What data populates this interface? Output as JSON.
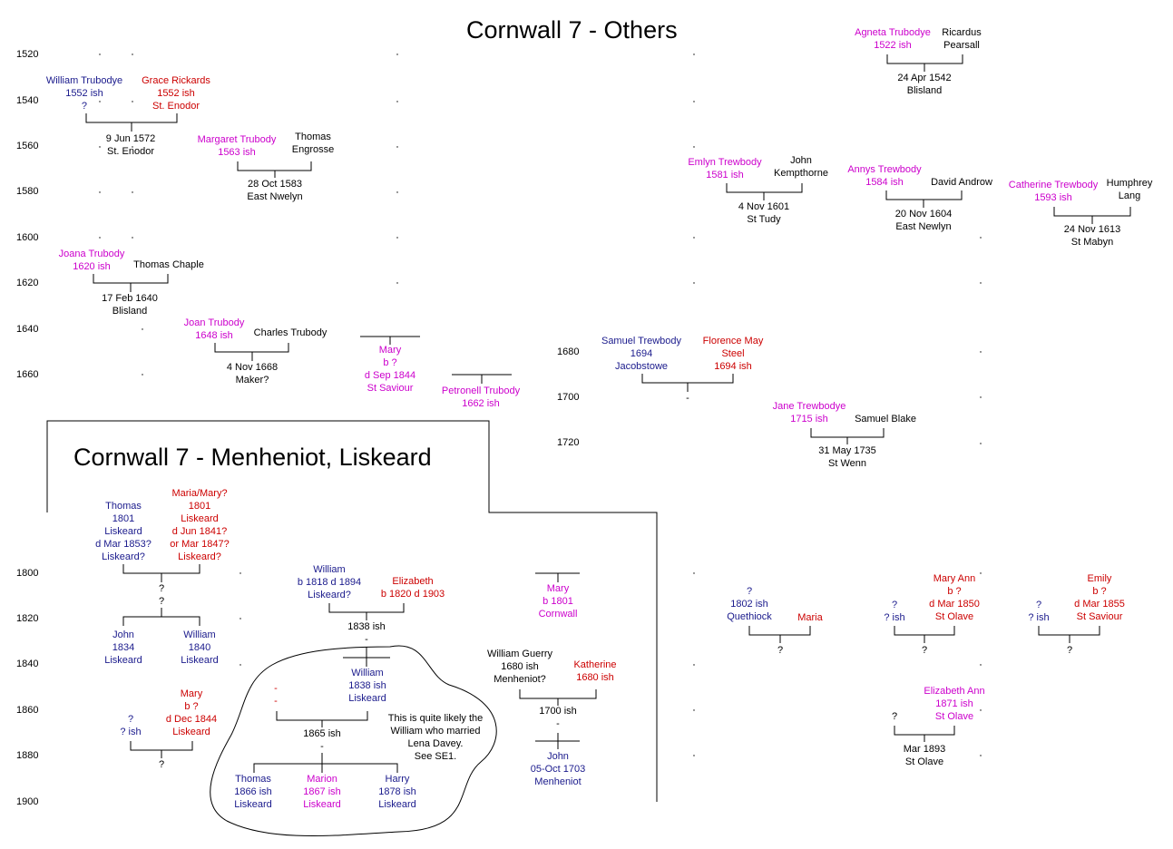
{
  "titles": {
    "others": "Cornwall 7 - Others",
    "menheniot": "Cornwall 7 - Menheniot, Liskeard"
  },
  "years_left_top": [
    "1520",
    "1540",
    "1560",
    "1580",
    "1600",
    "1620",
    "1640",
    "1660"
  ],
  "years_mid": [
    "1680",
    "1700",
    "1720"
  ],
  "years_left_bottom": [
    "1800",
    "1820",
    "1840",
    "1860",
    "1880",
    "1900"
  ],
  "people": {
    "william_trubodye": "William Trubodye\n1552 ish\n?",
    "grace_rickards": "Grace Rickards\n1552 ish\nSt. Enodor",
    "m1572": "9 Jun 1572\nSt. Enodor",
    "margaret_trubody": "Margaret Trubody\n1563 ish",
    "thomas_engrosse": "Thomas\nEngrosse",
    "m1583": "28 Oct 1583\nEast Nwelyn",
    "joana_trubody": "Joana Trubody\n1620 ish",
    "thomas_chaple": "Thomas Chaple",
    "m1640": "17 Feb 1640\nBlisland",
    "joan_trubody": "Joan Trubody\n1648 ish",
    "charles_trubody": "Charles Trubody",
    "m1668": "4 Nov 1668\nMaker?",
    "mary_1844": "Mary\nb ?\nd Sep 1844\nSt Saviour",
    "petronell": "Petronell Trubody\n1662 ish",
    "agneta": "Agneta Trubodye\n1522 ish",
    "ricardus": "Ricardus\nPearsall",
    "m1542": "24 Apr 1542\nBlisland",
    "emlyn": "Emlyn Trewbody\n1581 ish",
    "john_kempthorne": "John\nKempthorne",
    "m1601": "4 Nov 1601\nSt Tudy",
    "annys": "Annys Trewbody\n1584 ish",
    "david_androw": "David Androw",
    "m1604": "20 Nov 1604\nEast Newlyn",
    "catherine": "Catherine Trewbody\n1593 ish",
    "humphrey": "Humphrey\nLang",
    "m1613": "24 Nov 1613\nSt Mabyn",
    "samuel_trewbody": "Samuel Trewbody\n1694\nJacobstowe",
    "florence": "Florence May\nSteel\n1694 ish",
    "dash_1700": "-",
    "jane": "Jane Trewbodye\n1715 ish",
    "samuel_blake": "Samuel Blake",
    "m1735": "31 May 1735\nSt Wenn",
    "thomas_1801": "Thomas\n1801\nLiskeard\nd Mar 1853?\nLiskeard?",
    "maria_mary": "Maria/Mary?\n1801\nLiskeard\nd Jun 1841?\nor Mar 1847?\nLiskeard?",
    "q_thomas": "?\n?",
    "john_1834": "John\n1834\nLiskeard",
    "william_1840": "William\n1840\nLiskeard",
    "q_1a": "?\n? ish",
    "mary_1844b": "Mary\nb ?\nd Dec 1844\nLiskeard",
    "q_1b": "?",
    "william_1818": "William\nb 1818 d 1894\nLiskeard?",
    "elizabeth_1820": "Elizabeth\nb 1820 d 1903",
    "m1838": "1838 ish\n-",
    "william_1838": "William\n1838 ish\nLiskeard",
    "dash_red": "-\n-",
    "m1865": "1865 ish\n-",
    "note": "This is quite likely the\nWilliam who married\nLena Davey.\nSee SE1.",
    "thomas_1866": "Thomas\n1866 ish\nLiskeard",
    "marion_1867": "Marion\n1867 ish\nLiskeard",
    "harry_1878": "Harry\n1878 ish\nLiskeard",
    "mary_1801": "Mary\nb 1801\nCornwall",
    "william_guerry": "William Guerry\n1680 ish\nMenheniot?",
    "katherine": "Katherine\n1680 ish",
    "m1700": "1700 ish\n-",
    "john_1703": "John\n05-Oct 1703\nMenheniot",
    "q_quethiock": "?\n1802 ish\nQuethiock",
    "maria": "Maria",
    "q_maria": "?",
    "q_olave1": "?\n? ish",
    "mary_ann": "Mary Ann\nb ?\nd Mar 1850\nSt Olave",
    "q_olave1b": "?",
    "q_emily": "?\n? ish",
    "emily": "Emily\nb ?\nd Mar 1855\nSt Saviour",
    "q_emilyb": "?",
    "elizabeth_ann": "Elizabeth Ann\n1871 ish\nSt Olave",
    "q_ea": "?",
    "m1893": "Mar 1893\nSt Olave"
  }
}
